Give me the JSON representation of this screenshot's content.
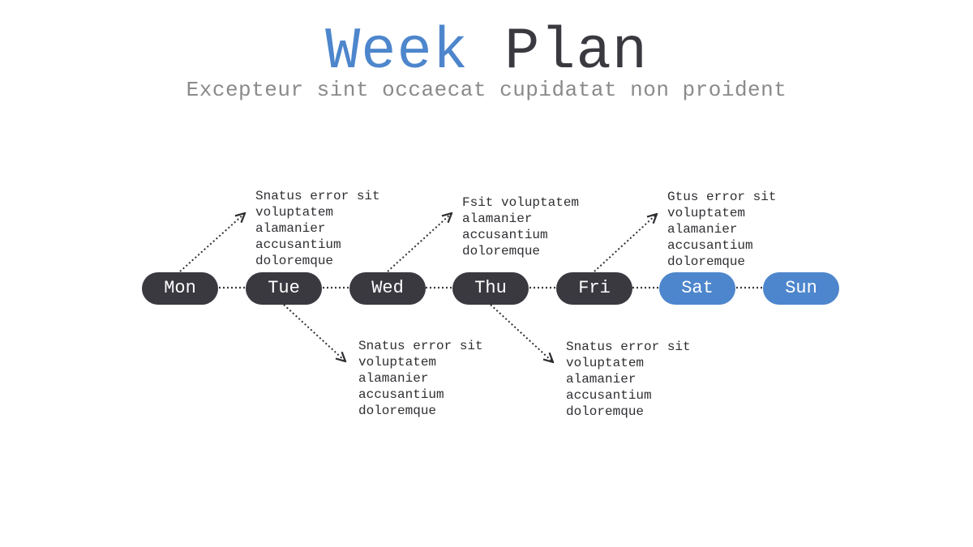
{
  "title": {
    "word1": "Week",
    "word2": "Plan"
  },
  "subtitle": "Excepteur sint occaecat cupidatat non proident",
  "colors": {
    "dark": "#3a3940",
    "blue": "#4d86cc",
    "subtitle": "#8a8a8a"
  },
  "days": [
    {
      "label": "Mon",
      "style": "dark"
    },
    {
      "label": "Tue",
      "style": "dark"
    },
    {
      "label": "Wed",
      "style": "dark"
    },
    {
      "label": "Thu",
      "style": "dark"
    },
    {
      "label": "Fri",
      "style": "dark"
    },
    {
      "label": "Sat",
      "style": "blue"
    },
    {
      "label": "Sun",
      "style": "blue"
    }
  ],
  "notes": {
    "mon_above": [
      "Snatus error sit",
      "voluptatem",
      "alamanier",
      "accusantium",
      "doloremque"
    ],
    "tue_below": [
      "Snatus error sit",
      "voluptatem",
      "alamanier",
      "accusantium",
      "doloremque"
    ],
    "wed_above": [
      "Fsit voluptatem",
      "alamanier",
      "accusantium",
      "doloremque"
    ],
    "thu_below": [
      "Snatus error sit",
      "voluptatem",
      "alamanier",
      "accusantium",
      "doloremque"
    ],
    "fri_above": [
      "Gtus error sit",
      "voluptatem",
      "alamanier",
      "accusantium",
      "doloremque"
    ]
  }
}
